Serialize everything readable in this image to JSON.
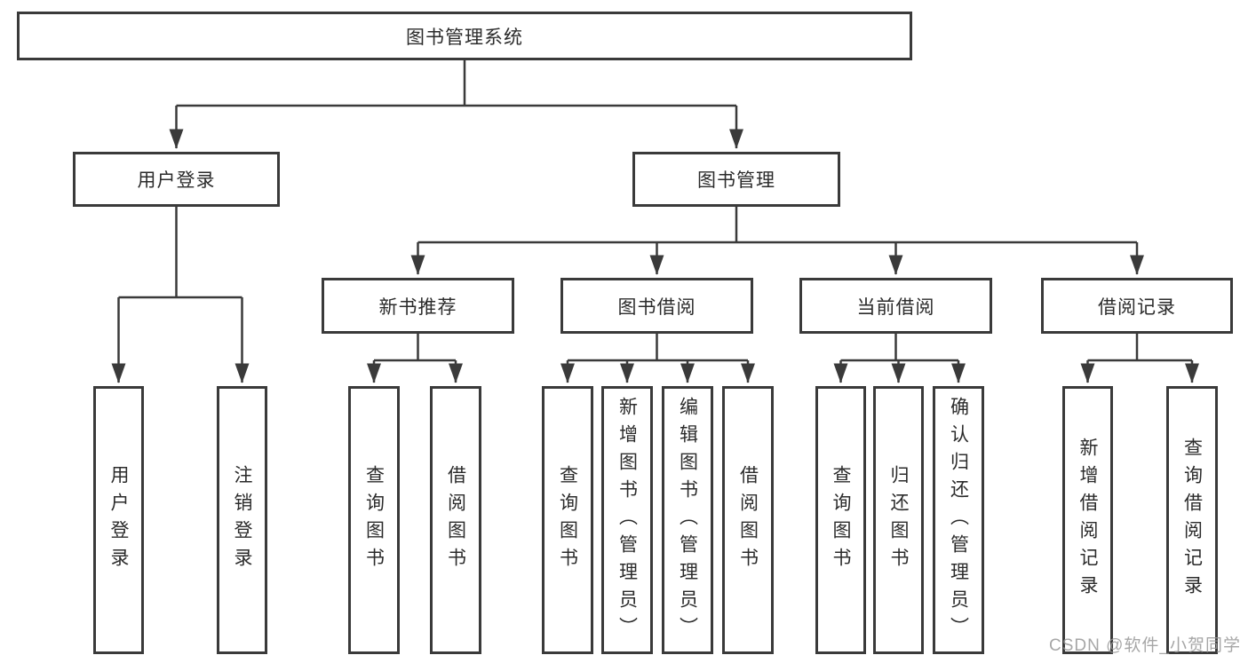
{
  "diagram": {
    "title_node": "图书管理系统",
    "nodes": {
      "root": "图书管理系统",
      "user_login": "用户登录",
      "book_mgmt": "图书管理",
      "new_book_rec": "新书推荐",
      "book_borrow": "图书借阅",
      "current_borrow": "当前借阅",
      "borrow_record": "借阅记录",
      "leaf_user_login": "用户登录",
      "leaf_logout": "注销登录",
      "leaf_query_book_1": "查询图书",
      "leaf_borrow_book_1": "借阅图书",
      "leaf_query_book_2": "查询图书",
      "leaf_add_book": "新增图书（管理员）",
      "leaf_edit_book": "编辑图书（管理员）",
      "leaf_borrow_book_2": "借阅图书",
      "leaf_query_book_3": "查询图书",
      "leaf_return_book": "归还图书",
      "leaf_confirm_return": "确认归还（管理员）",
      "leaf_add_record": "新增借阅记录",
      "leaf_query_record": "查询借阅记录"
    },
    "colors": {
      "line": "#3a3a3a",
      "text": "#2b2b2b",
      "watermark": "#969696"
    }
  },
  "watermark": "CSDN @软件_小贺同学"
}
